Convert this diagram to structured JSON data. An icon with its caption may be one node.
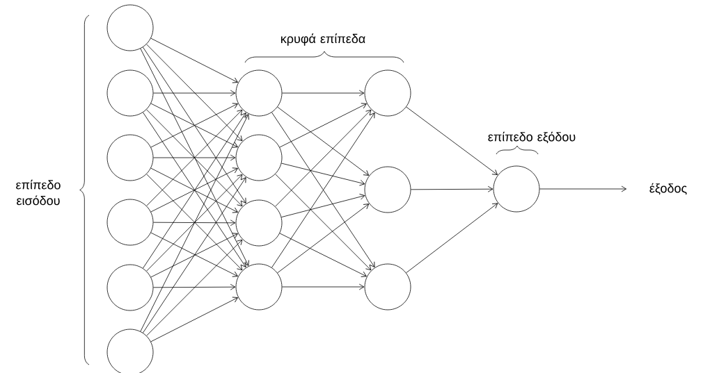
{
  "diagram": {
    "nodes": [
      {
        "text": [],
        "shape": "circle"
      },
      {
        "text": [],
        "shape": "circle"
      },
      {
        "text": [],
        "shape": "circle"
      },
      {
        "text": [],
        "shape": "circle"
      },
      {
        "text": [],
        "shape": "circle"
      },
      {
        "text": [],
        "shape": "circle"
      },
      {
        "text": [],
        "shape": "circle"
      },
      {
        "text": [],
        "shape": "circle"
      },
      {
        "text": [],
        "shape": "circle"
      },
      {
        "text": [],
        "shape": "circle"
      },
      {
        "text": [],
        "shape": "circle"
      },
      {
        "text": [],
        "shape": "circle"
      },
      {
        "text": [],
        "shape": "circle"
      },
      {
        "text": [],
        "shape": "circle"
      },
      {
        "text": [
          "έξοδος"
        ]
      }
    ],
    "edges": [
      {
        "from": 0,
        "to": 6,
        "arrow": "to"
      },
      {
        "from": 0,
        "to": 7,
        "arrow": "to"
      },
      {
        "from": 0,
        "to": 8,
        "arrow": "to"
      },
      {
        "from": 0,
        "to": 9,
        "arrow": "to"
      },
      {
        "from": 1,
        "to": 6,
        "arrow": "to"
      },
      {
        "from": 1,
        "to": 7,
        "arrow": "to"
      },
      {
        "from": 1,
        "to": 8,
        "arrow": "to"
      },
      {
        "from": 1,
        "to": 9,
        "arrow": "to"
      },
      {
        "from": 2,
        "to": 6,
        "arrow": "to"
      },
      {
        "from": 2,
        "to": 7,
        "arrow": "to"
      },
      {
        "from": 2,
        "to": 8,
        "arrow": "to"
      },
      {
        "from": 2,
        "to": 9,
        "arrow": "to"
      },
      {
        "from": 3,
        "to": 6,
        "arrow": "to"
      },
      {
        "from": 3,
        "to": 7,
        "arrow": "to"
      },
      {
        "from": 3,
        "to": 8,
        "arrow": "to"
      },
      {
        "from": 3,
        "to": 9,
        "arrow": "to"
      },
      {
        "from": 4,
        "to": 6,
        "arrow": "to"
      },
      {
        "from": 4,
        "to": 7,
        "arrow": "to"
      },
      {
        "from": 4,
        "to": 8,
        "arrow": "to"
      },
      {
        "from": 4,
        "to": 9,
        "arrow": "to"
      },
      {
        "from": 5,
        "to": 6,
        "arrow": "to"
      },
      {
        "from": 5,
        "to": 7,
        "arrow": "to"
      },
      {
        "from": 5,
        "to": 8,
        "arrow": "to"
      },
      {
        "from": 5,
        "to": 9,
        "arrow": "to"
      },
      {
        "from": 6,
        "to": 10,
        "arrow": "to"
      },
      {
        "from": 6,
        "to": 11,
        "arrow": "to"
      },
      {
        "from": 6,
        "to": 12,
        "arrow": "to"
      },
      {
        "from": 7,
        "to": 10,
        "arrow": "to"
      },
      {
        "from": 7,
        "to": 11,
        "arrow": "to"
      },
      {
        "from": 7,
        "to": 12,
        "arrow": "to"
      },
      {
        "from": 8,
        "to": 10,
        "arrow": "to"
      },
      {
        "from": 8,
        "to": 11,
        "arrow": "to"
      },
      {
        "from": 8,
        "to": 12,
        "arrow": "to"
      },
      {
        "from": 9,
        "to": 10,
        "arrow": "to"
      },
      {
        "from": 9,
        "to": 11,
        "arrow": "to"
      },
      {
        "from": 9,
        "to": 12,
        "arrow": "to"
      },
      {
        "from": 10,
        "to": 13,
        "arrow": "to"
      },
      {
        "from": 11,
        "to": 13,
        "arrow": "to"
      },
      {
        "from": 12,
        "to": 13,
        "arrow": "to"
      },
      {
        "from": 13,
        "to": 14,
        "arrow": "to"
      }
    ],
    "labels": [
      "επίπεδο εισόδου",
      "κρυφά επίπεδα",
      "επίπεδο εξόδου"
    ]
  }
}
